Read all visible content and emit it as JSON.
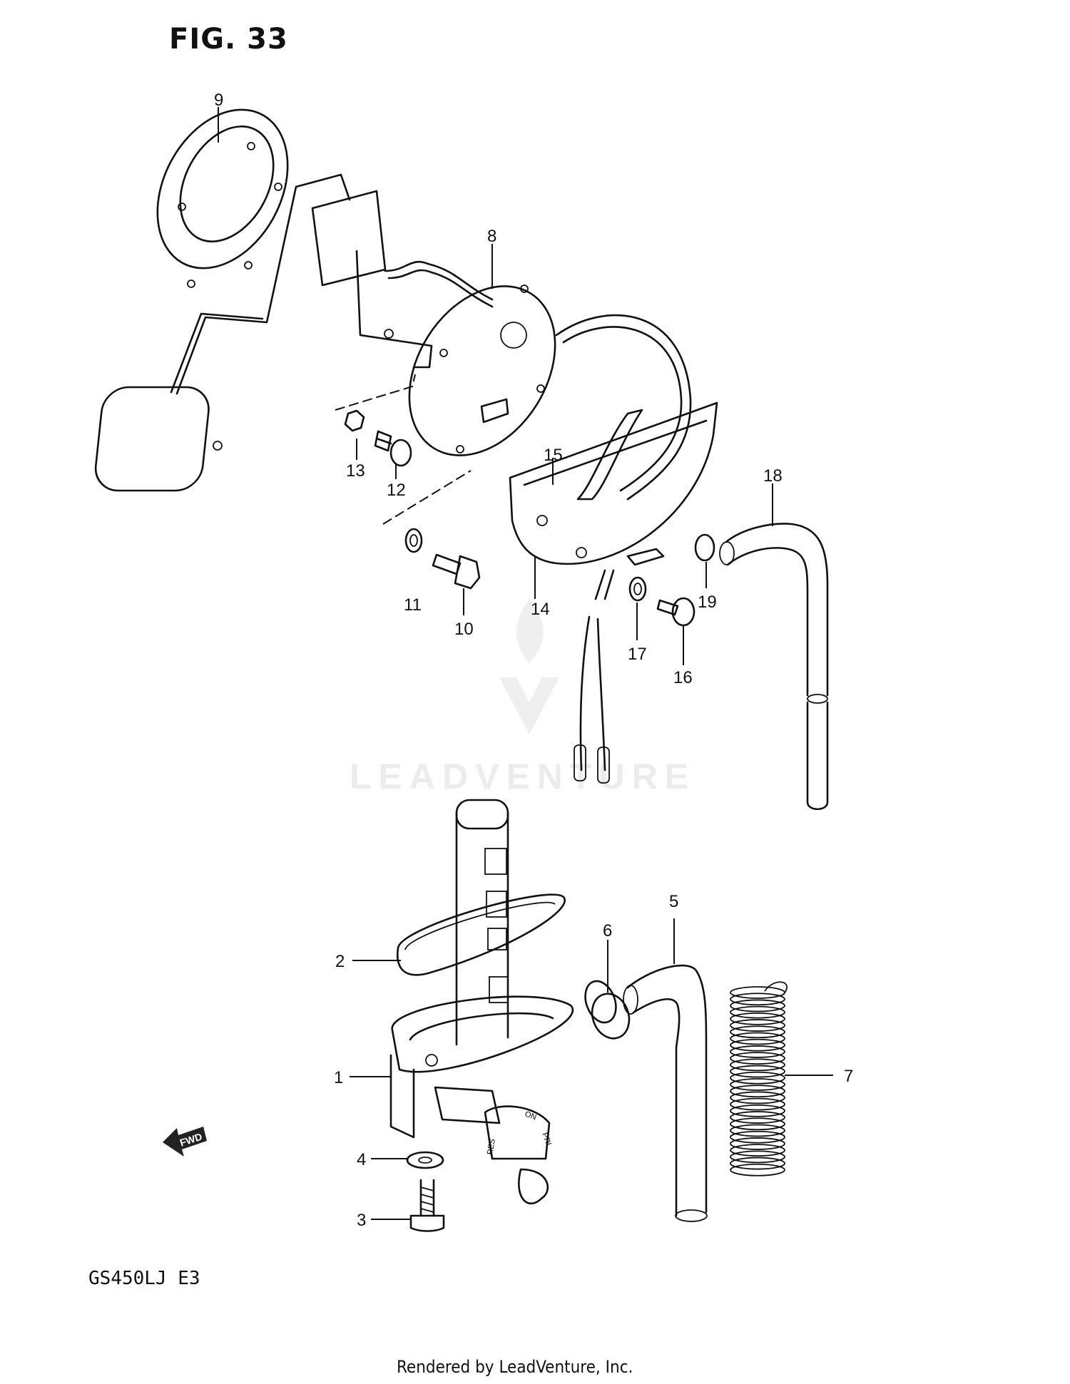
{
  "figure": {
    "title": "FIG. 33",
    "model": "GS450LJ  E3",
    "footer": "Rendered by LeadVenture, Inc.",
    "watermark": "LEADVENTURE",
    "fwd_arrow_label": "FWD",
    "valve_labels": [
      "RES",
      "ON",
      "PRI"
    ]
  },
  "callouts": [
    {
      "id": "1",
      "label": "1"
    },
    {
      "id": "2",
      "label": "2"
    },
    {
      "id": "3",
      "label": "3"
    },
    {
      "id": "4",
      "label": "4"
    },
    {
      "id": "5",
      "label": "5"
    },
    {
      "id": "6",
      "label": "6"
    },
    {
      "id": "7",
      "label": "7"
    },
    {
      "id": "8",
      "label": "8"
    },
    {
      "id": "9",
      "label": "9"
    },
    {
      "id": "10",
      "label": "10"
    },
    {
      "id": "11",
      "label": "11"
    },
    {
      "id": "12",
      "label": "12"
    },
    {
      "id": "13",
      "label": "13"
    },
    {
      "id": "14",
      "label": "14"
    },
    {
      "id": "15",
      "label": "15"
    },
    {
      "id": "16",
      "label": "16"
    },
    {
      "id": "17",
      "label": "17"
    },
    {
      "id": "18",
      "label": "18"
    },
    {
      "id": "19",
      "label": "19"
    }
  ]
}
